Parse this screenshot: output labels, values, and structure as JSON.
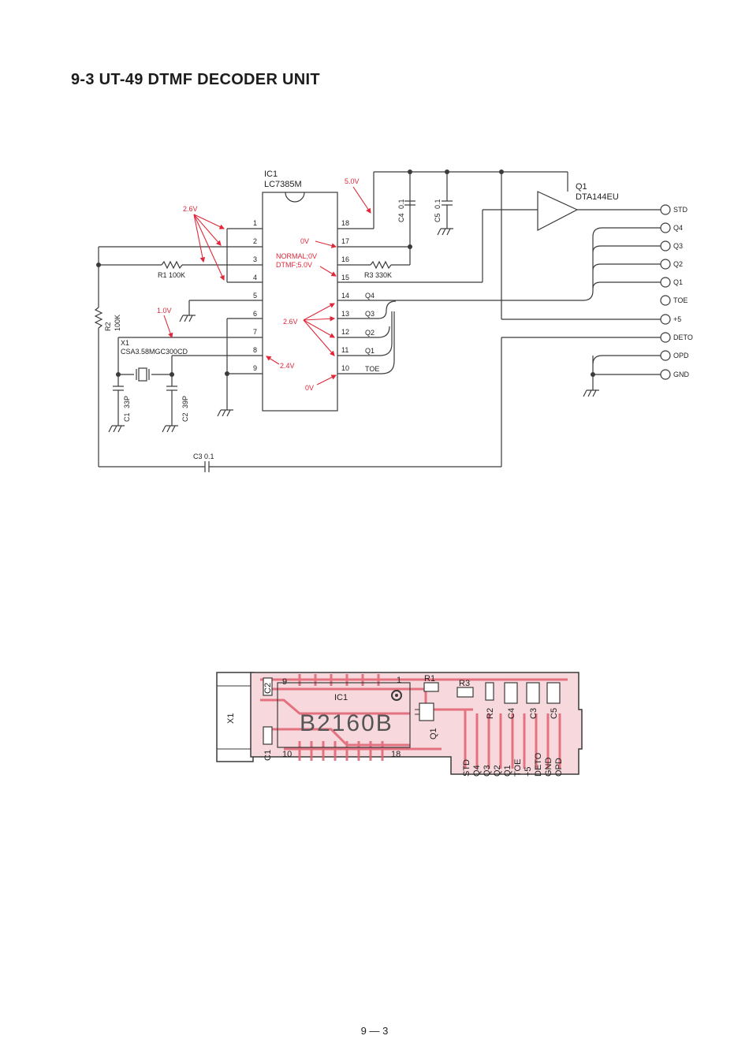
{
  "page": {
    "title": "9-3  UT-49 DTMF DECODER UNIT",
    "page_number": "9 — 3"
  },
  "schematic": {
    "ic": {
      "ref": "IC1",
      "part": "LC7385M",
      "left_pins": [
        "1",
        "2",
        "3",
        "4",
        "5",
        "6",
        "7",
        "8",
        "9"
      ],
      "right_pins": [
        "18",
        "17",
        "16",
        "15",
        "14",
        "13",
        "12",
        "11",
        "10"
      ]
    },
    "transistor": {
      "ref": "Q1",
      "part": "DTA144EU"
    },
    "components": {
      "r1": "R1  100K",
      "r2_ref": "R2",
      "r2_val": "100K",
      "r3": "R3  330K",
      "c1_ref": "C1",
      "c1_val": "33P",
      "c2_ref": "C2",
      "c2_val": "39P",
      "c3": "C3  0.1",
      "c4_ref": "C4",
      "c4_val": "0.1",
      "c5_ref": "C5",
      "c5_val": "0.1",
      "x1_ref": "X1",
      "x1_part": "CSA3.58MGC300CD"
    },
    "signal_labels": [
      "Q4",
      "Q3",
      "Q2",
      "Q1",
      "TOE"
    ],
    "terminals": [
      "STD",
      "Q4",
      "Q3",
      "Q2",
      "Q1",
      "TOE",
      "+5",
      "DETO",
      "OPD",
      "GND"
    ],
    "voltages": {
      "v_5v": "5.0V",
      "v_26_top": "2.6V",
      "v_10": "1.0V",
      "v_0_17": "0V",
      "normal": "NORMAL;0V",
      "dtmf": "DTMF;5.0V",
      "v_26_mid": "2.6V",
      "v_24": "2.4V",
      "v_0_10": "0V"
    }
  },
  "pcb": {
    "x1": "X1",
    "c1": "C1",
    "c2": "C2",
    "ic_label": "IC1",
    "ic_marking": "B2160B",
    "pin9": "9",
    "pin1": "1",
    "pin10": "10",
    "pin18": "18",
    "r1": "R1",
    "r2": "R2",
    "r3": "R3",
    "q1": "Q1",
    "c3": "C3",
    "c4": "C4",
    "c5": "C5",
    "pads": [
      "STD",
      "Q4",
      "Q3",
      "Q2",
      "Q1",
      "TOE",
      "+5",
      "DETO",
      "GND",
      "OPD"
    ]
  },
  "colors": {
    "ink": "#3a3a3a",
    "annotation_red": "#e0283a",
    "pcb_red": "#e06070",
    "pcb_bg": "#f7d9dd"
  }
}
